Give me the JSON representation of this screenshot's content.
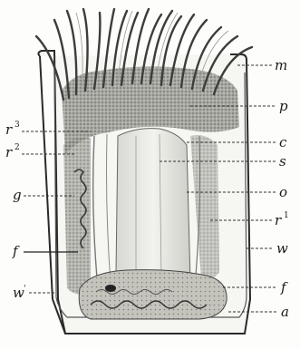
{
  "figure": {
    "left_labels": [
      {
        "id": "r3",
        "base": "r",
        "sup": "3"
      },
      {
        "id": "r2",
        "base": "r",
        "sup": "2"
      },
      {
        "id": "g",
        "base": "g",
        "sup": ""
      },
      {
        "id": "f-left",
        "base": "f",
        "sup": ""
      },
      {
        "id": "w-left",
        "base": "w",
        "sup": "'"
      }
    ],
    "right_labels": [
      {
        "id": "m",
        "base": "m",
        "sup": ""
      },
      {
        "id": "p",
        "base": "p",
        "sup": ""
      },
      {
        "id": "c",
        "base": "c",
        "sup": ""
      },
      {
        "id": "s",
        "base": "s",
        "sup": ""
      },
      {
        "id": "o",
        "base": "o",
        "sup": ""
      },
      {
        "id": "r1",
        "base": "r",
        "sup": "1"
      },
      {
        "id": "w",
        "base": "w",
        "sup": ""
      },
      {
        "id": "f-right",
        "base": "f",
        "sup": ""
      },
      {
        "id": "a",
        "base": "a",
        "sup": ""
      }
    ]
  }
}
